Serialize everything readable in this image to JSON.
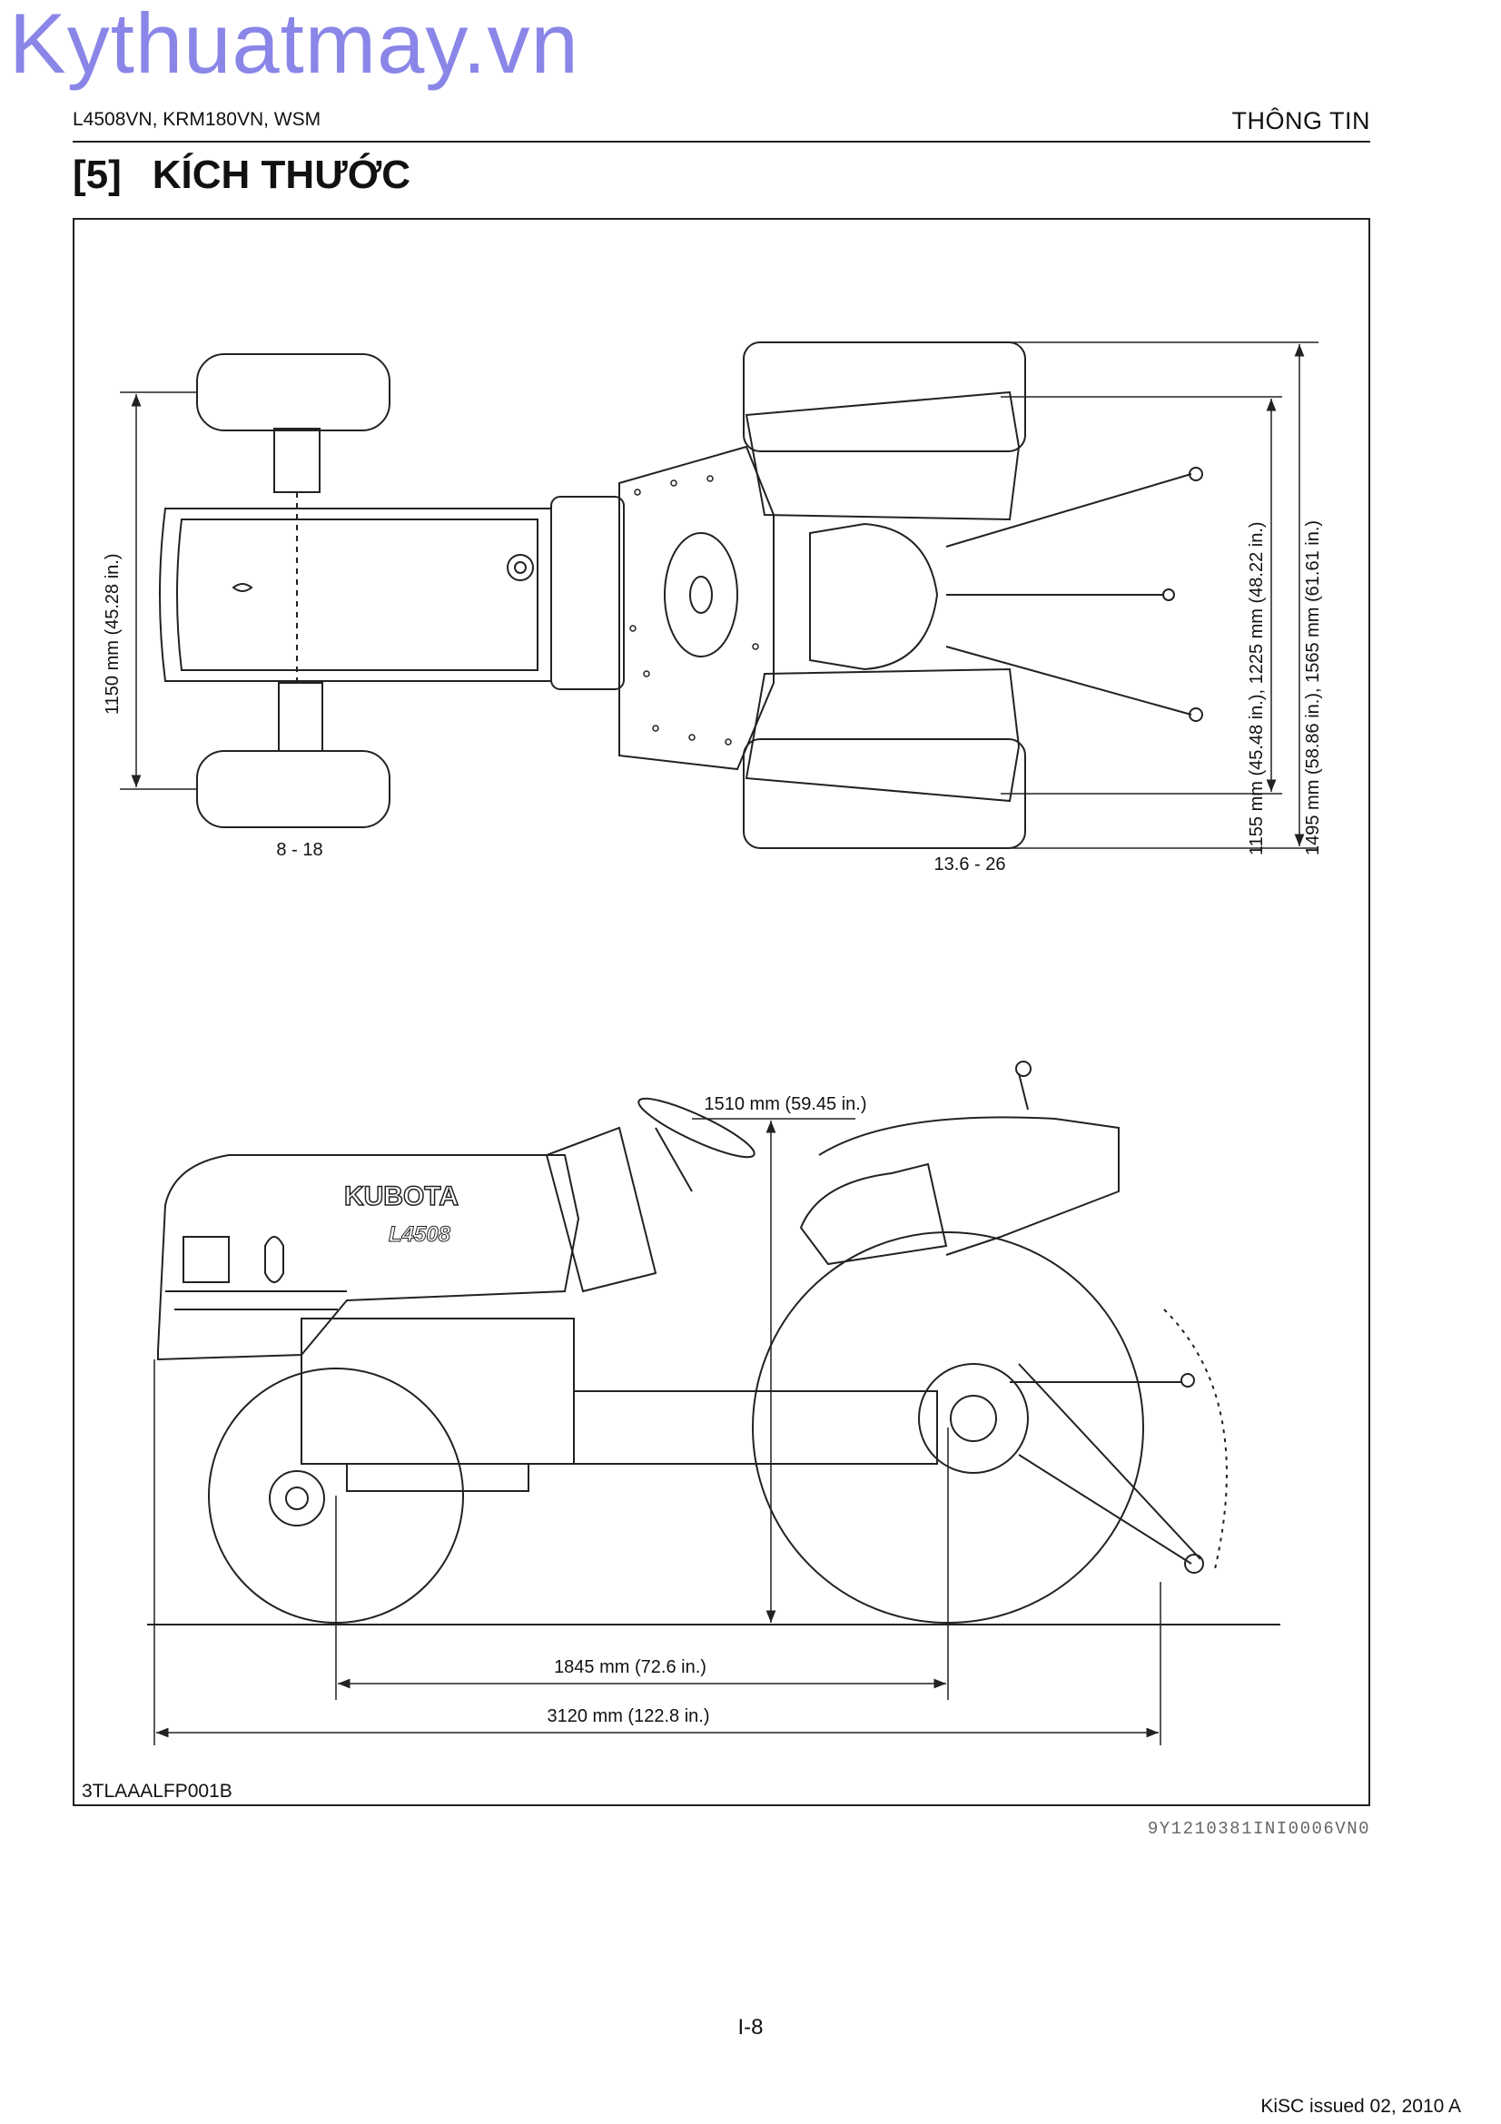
{
  "watermark": "Kythuatmay.vn",
  "header": {
    "models": "L4508VN, KRM180VN, WSM",
    "section": "THÔNG TIN"
  },
  "section": {
    "number": "[5]",
    "title": "KÍCH THƯỚC"
  },
  "figure": {
    "code": "3TLAAALFP001B",
    "top_view": {
      "front_track": "1150 mm (45.28 in.)",
      "front_tire": "8 - 18",
      "rear_tire": "13.6 - 26",
      "rear_track": "1155 mm (45.48 in.), 1225 mm (48.22 in.)",
      "overall_width": "1495 mm (58.86 in.), 1565 mm (61.61 in.)"
    },
    "side_view": {
      "height": "1510 mm (59.45 in.)",
      "wheelbase": "1845 mm (72.6 in.)",
      "overall_length": "3120 mm (122.8 in.)",
      "hood_brand": "KUBOTA",
      "hood_model": "L4508"
    }
  },
  "doc_code": "9Y1210381INI0006VN0",
  "page_number": "I-8",
  "footer": "KiSC issued 02, 2010 A"
}
